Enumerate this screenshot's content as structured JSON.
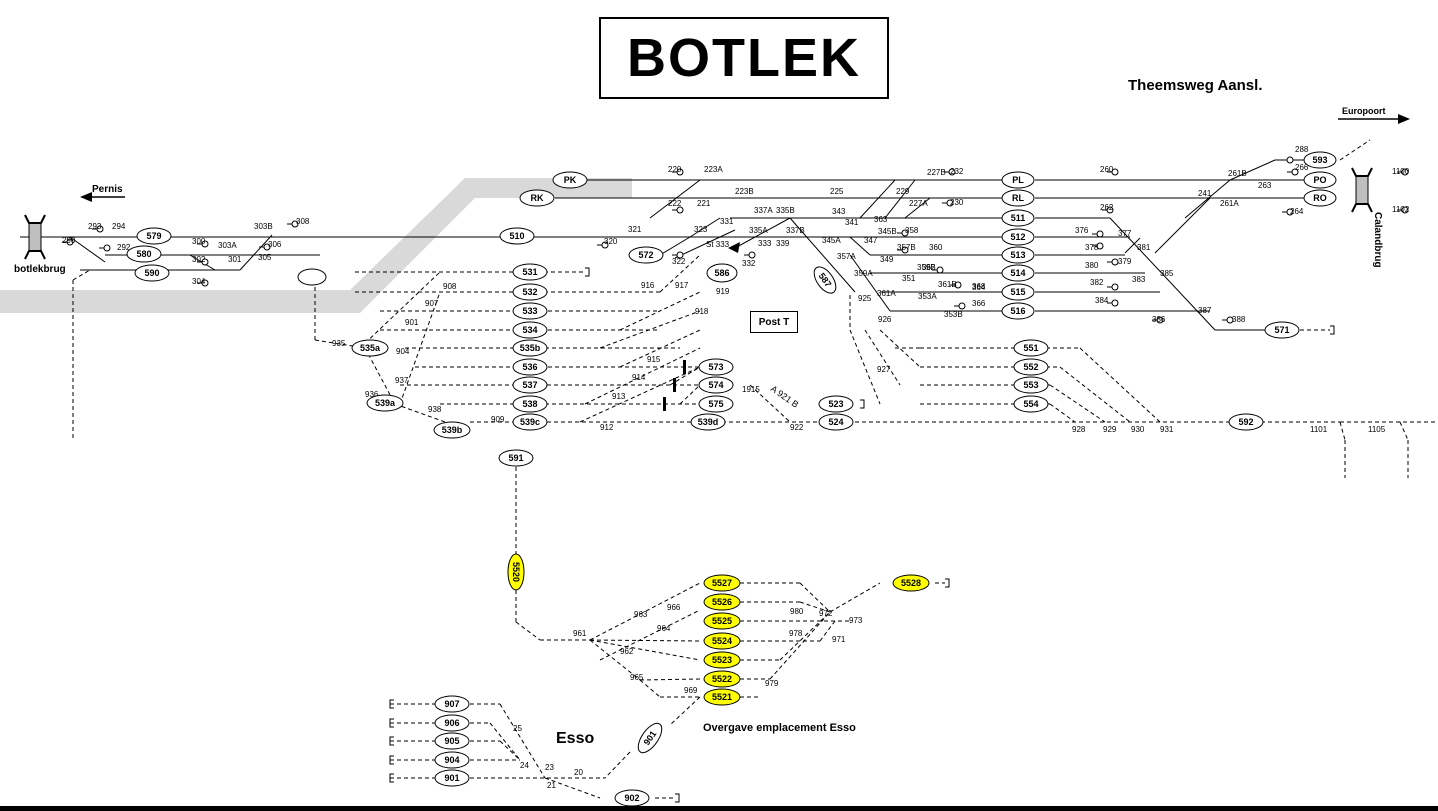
{
  "title": "BOTLEK",
  "stations": {
    "theemsweg": "Theemsweg Aansl.",
    "esso": "Esso",
    "overgave": "Overgave emplacement Esso",
    "post_t": "Post T",
    "botlekbrug": "botlekbrug",
    "calandbrug": "Calandbrug",
    "pernis": "Pernis",
    "europoort": "Europoort"
  },
  "tracks": [
    "PK",
    "RK",
    "PL",
    "RL",
    "PO",
    "RO",
    "593",
    "579",
    "580",
    "590",
    "510",
    "511",
    "512",
    "513",
    "514",
    "515",
    "516",
    "531",
    "532",
    "533",
    "534",
    "535a",
    "535b",
    "536",
    "537",
    "538",
    "539a",
    "539b",
    "539c",
    "539d",
    "572",
    "586",
    "587",
    "573",
    "574",
    "575",
    "523",
    "524",
    "551",
    "552",
    "553",
    "554",
    "571",
    "591",
    "592",
    "5520",
    "5521",
    "5522",
    "5523",
    "5524",
    "5525",
    "5526",
    "5527",
    "5528",
    "907",
    "906",
    "905",
    "904",
    "901",
    "902"
  ],
  "yellow_tracks": [
    "5520",
    "5521",
    "5522",
    "5523",
    "5524",
    "5525",
    "5526",
    "5527",
    "5528"
  ],
  "colors": {
    "line": "#000000",
    "highlight": "#ffff00",
    "shading": "#d9d9d9"
  }
}
